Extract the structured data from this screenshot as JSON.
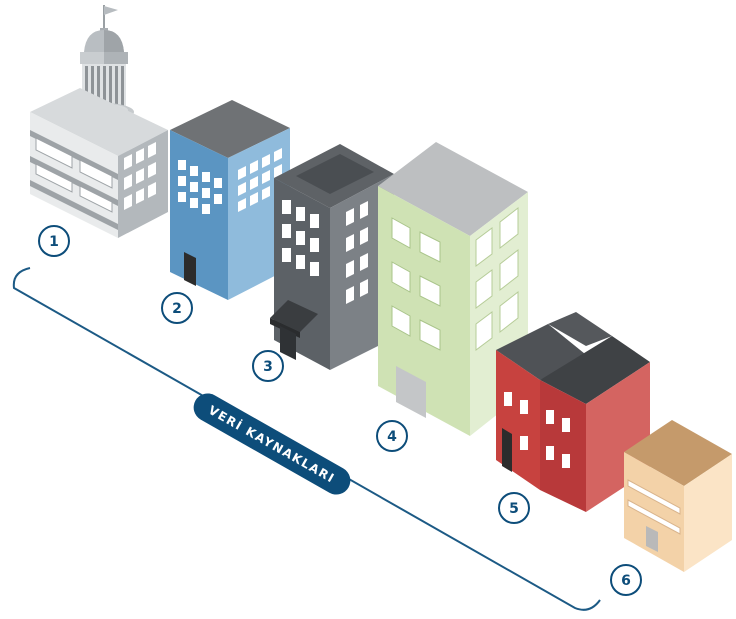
{
  "label": "VERİ KAYNAKLARI",
  "colors": {
    "accent": "#0d4d7a",
    "bracket": "#1c5a85"
  },
  "buildings": [
    {
      "number": "1",
      "kind": "capitol-building"
    },
    {
      "number": "2",
      "kind": "blue-office-building"
    },
    {
      "number": "3",
      "kind": "dark-gray-building"
    },
    {
      "number": "4",
      "kind": "green-tower"
    },
    {
      "number": "5",
      "kind": "red-house"
    },
    {
      "number": "6",
      "kind": "orange-building"
    }
  ]
}
